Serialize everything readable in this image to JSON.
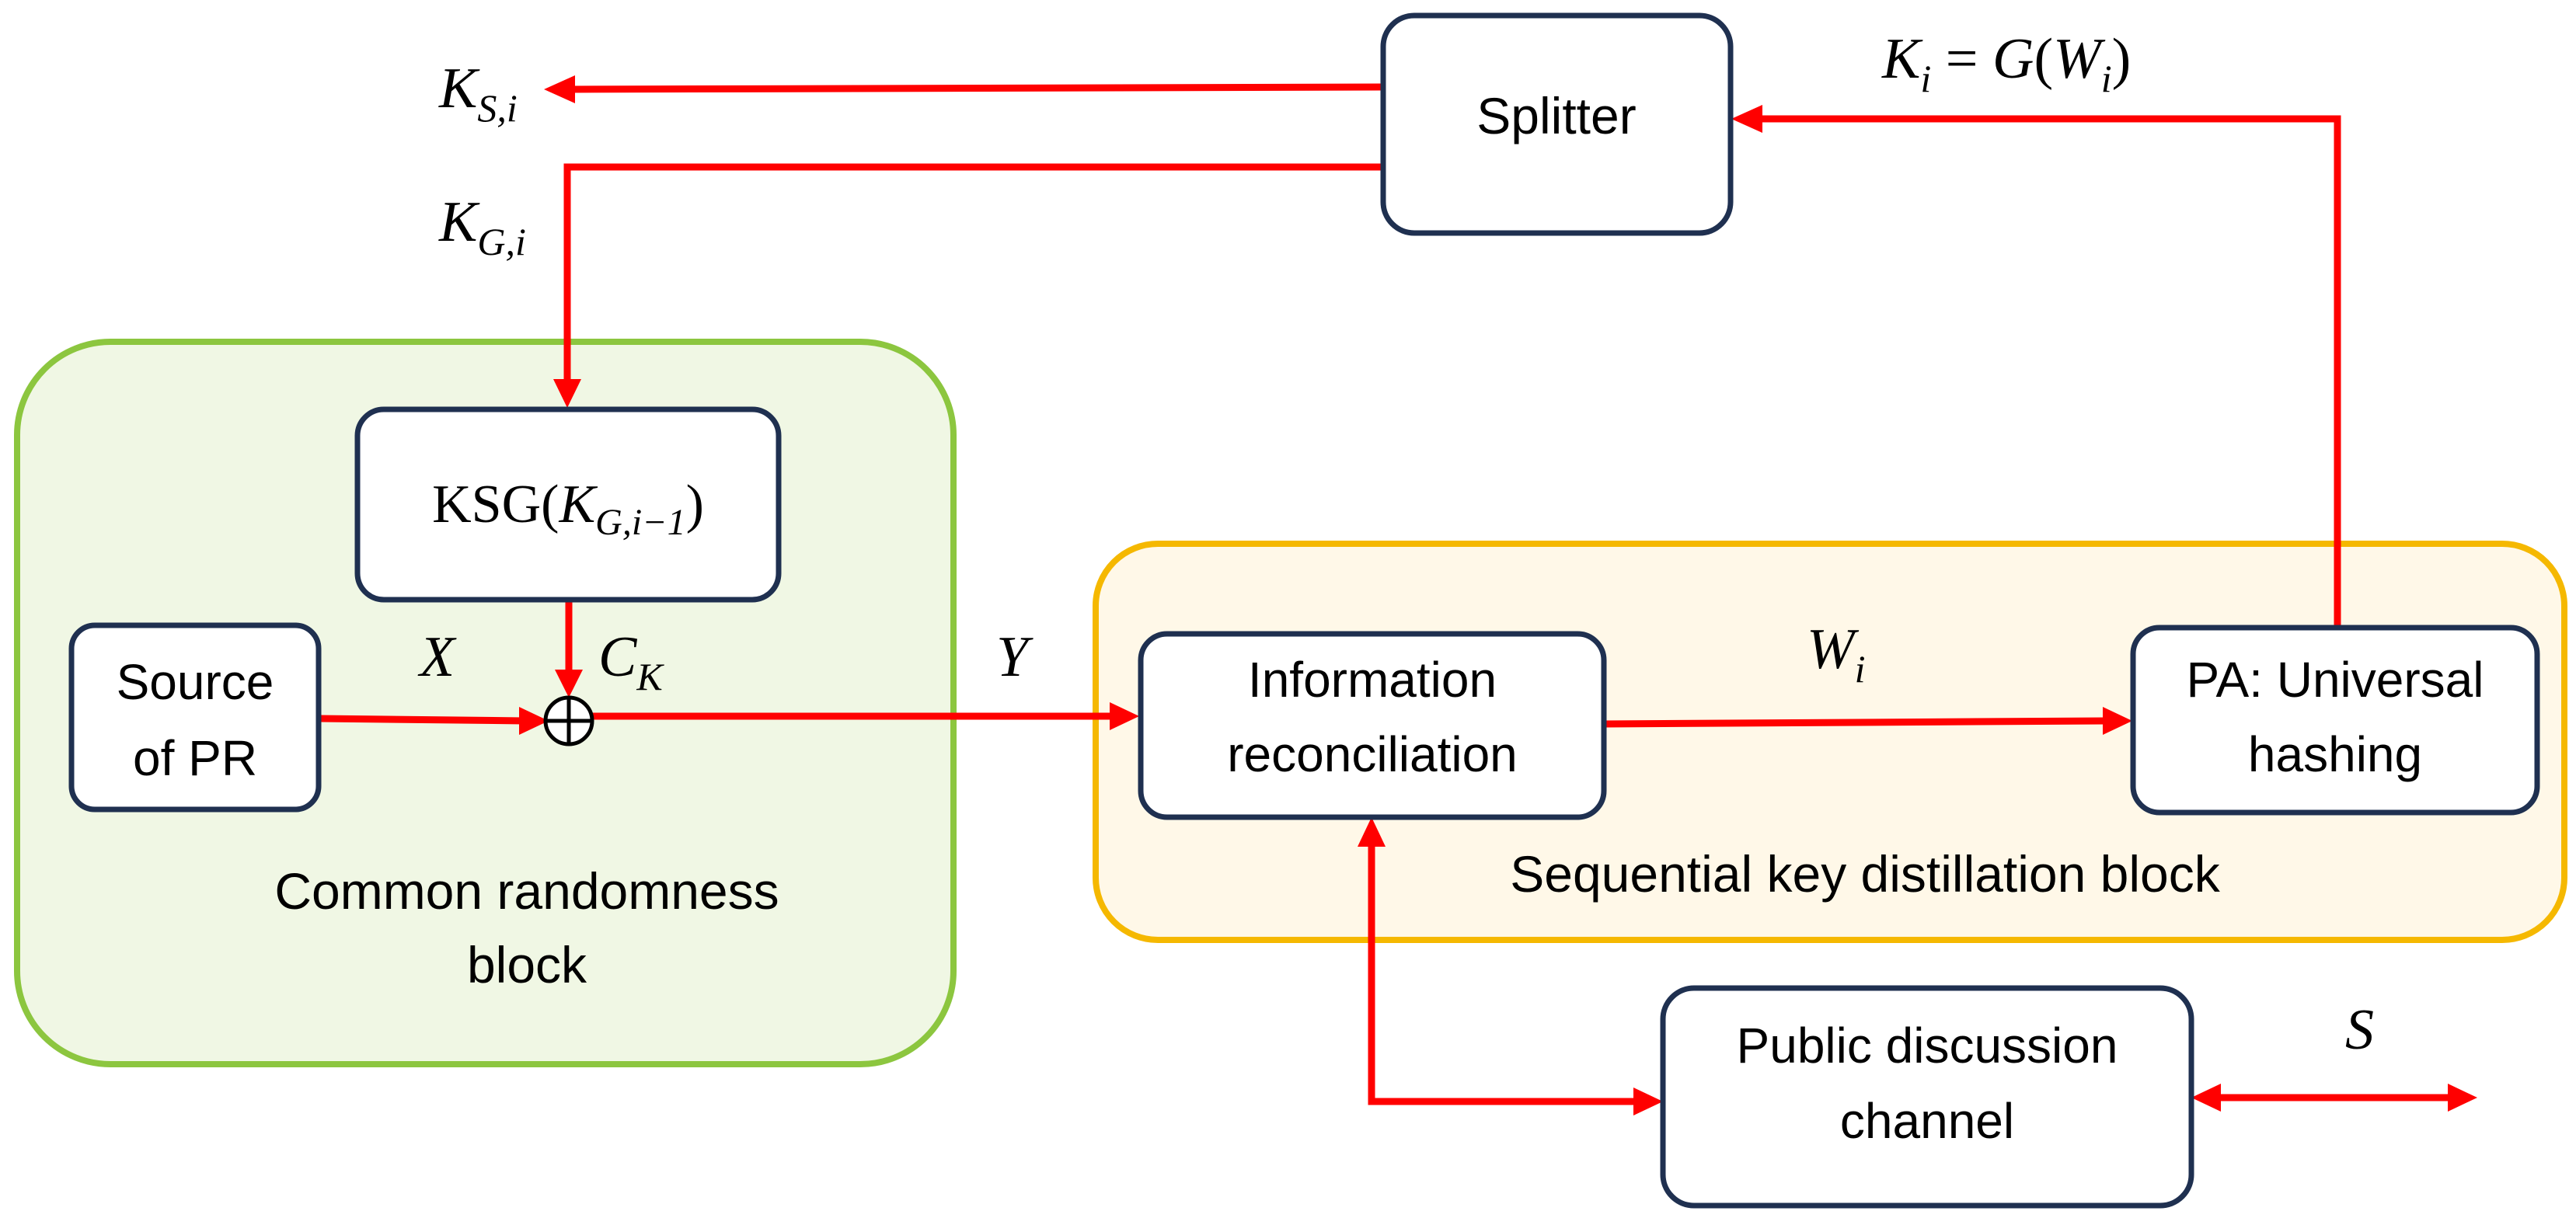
{
  "colors": {
    "arrow": "#ff0000",
    "box_stroke": "#1f3050",
    "common_block_fill": "#f0f7e4",
    "common_block_stroke": "#8cc63f",
    "sequential_block_fill": "#fff8e8",
    "sequential_block_stroke": "#f5b800"
  },
  "blocks": {
    "common": {
      "label_line1": "Common randomness",
      "label_line2": "block"
    },
    "sequential": {
      "label": "Sequential key distillation block"
    }
  },
  "boxes": {
    "splitter": "Splitter",
    "ksg": {
      "prefix": "KSG(",
      "var": "K",
      "sub": "G,i−1",
      "suffix": ")"
    },
    "source": {
      "line1": "Source",
      "line2": "of PR"
    },
    "info_rec": {
      "line1": "Information",
      "line2": "reconciliation"
    },
    "pa": {
      "line1": "PA: Universal",
      "line2": "hashing"
    },
    "public": {
      "line1": "Public discussion",
      "line2": "channel"
    }
  },
  "labels": {
    "ks": {
      "var": "K",
      "sub": "S,i"
    },
    "kg": {
      "var": "K",
      "sub": "G,i"
    },
    "ki_eq": {
      "lhs_var": "K",
      "lhs_sub": "i",
      "eq": " = ",
      "fn": "G",
      "open": "(",
      "arg_var": "W",
      "arg_sub": "i",
      "close": ")"
    },
    "x": "X",
    "ck": {
      "var": "C",
      "sub": "K"
    },
    "y": "Y",
    "wi": {
      "var": "W",
      "sub": "i"
    },
    "s": "S",
    "xor": "⊕"
  }
}
